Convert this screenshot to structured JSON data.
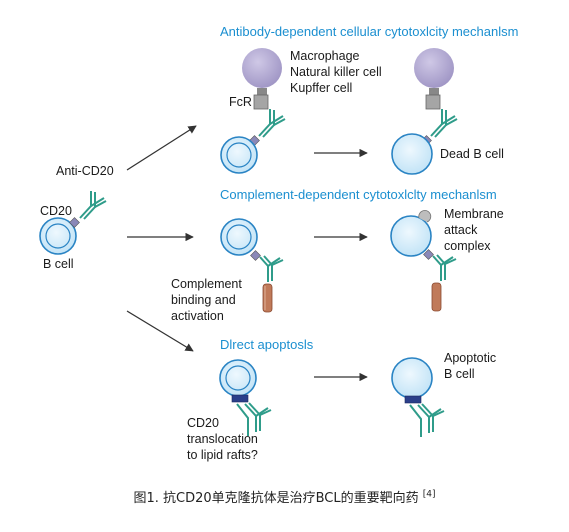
{
  "sections": {
    "adcc": "Antibody-dependent cellular cytotoxlcity mechanlsm",
    "cdc": "Complement-dependent cytotoxlclty mechanlsm",
    "apoptosis": "Dlrect apoptosls"
  },
  "labels": {
    "effector_1": "Macrophage",
    "effector_2": "Natural killer cell",
    "effector_3": "Kupffer cell",
    "fcr": "FcR",
    "dead_b_cell": "Dead B cell",
    "anti_cd20": "Anti-CD20",
    "cd20": "CD20",
    "b_cell": "B cell",
    "mac_1": "Membrane",
    "mac_2": "attack",
    "mac_3": "complex",
    "complement_1": "Complement",
    "complement_2": "binding and",
    "complement_3": "activation",
    "apoptotic_1": "Apoptotic",
    "apoptotic_2": "B cell",
    "translocation_1": "CD20",
    "translocation_2": "translocation",
    "translocation_3": "to lipid rafts?"
  },
  "caption": {
    "text": "图1. 抗CD20单克隆抗体是治疗BCL的重要靶向药",
    "ref": "[4]"
  },
  "colors": {
    "title_blue": "#1b8fd0",
    "cell_fill": "#d6ecf8",
    "cell_stroke": "#2a84c4",
    "antibody": "#2f9c8a",
    "effector": "#aca3cc",
    "receptor": "#9a9a9a",
    "cd20": "#8a88b8",
    "complement": "#c07a5a"
  }
}
